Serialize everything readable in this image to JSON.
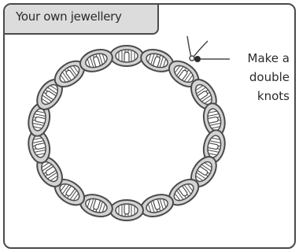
{
  "card": {
    "title": "Your own jewellery"
  },
  "annotation": {
    "line1": "Make a",
    "line2": "double",
    "line3": "knots"
  },
  "bracelet": {
    "bead_count": 18,
    "bead_fill": "#d3d3d3",
    "outline_color": "#4a4a4a"
  }
}
